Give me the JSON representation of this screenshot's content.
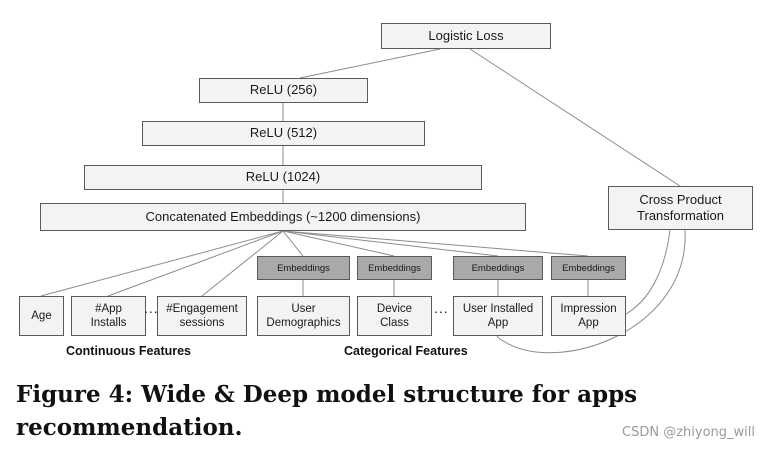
{
  "diagram": {
    "top": {
      "label": "Logistic Loss"
    },
    "hidden_layers": [
      {
        "label": "ReLU (256)"
      },
      {
        "label": "ReLU (512)"
      },
      {
        "label": "ReLU (1024)"
      }
    ],
    "concat": {
      "label": "Concatenated Embeddings (~1200 dimensions)"
    },
    "cross_product": {
      "label": "Cross Product\nTransformation"
    },
    "continuous_features": [
      {
        "label": "Age"
      },
      {
        "label": "#App\nInstalls"
      },
      {
        "label": "#Engagement\nsessions"
      }
    ],
    "categorical_features": [
      {
        "label": "User\nDemographics",
        "embedding": "Embeddings"
      },
      {
        "label": "Device\nClass",
        "embedding": "Embeddings"
      },
      {
        "label": "User Installed\nApp",
        "embedding": "Embeddings"
      },
      {
        "label": "Impression\nApp",
        "embedding": "Embeddings"
      }
    ],
    "ellipsis": "...",
    "continuous_group_label": "Continuous Features",
    "categorical_group_label": "Categorical Features"
  },
  "caption": "Figure 4: Wide & Deep model structure for apps recommendation.",
  "watermark": "CSDN @zhiyong_will",
  "colors": {
    "box_fill": "#f3f3f3",
    "embedding_fill": "#a9a9a9",
    "edge": "#8c8c8c",
    "border": "#5a5a5a"
  }
}
